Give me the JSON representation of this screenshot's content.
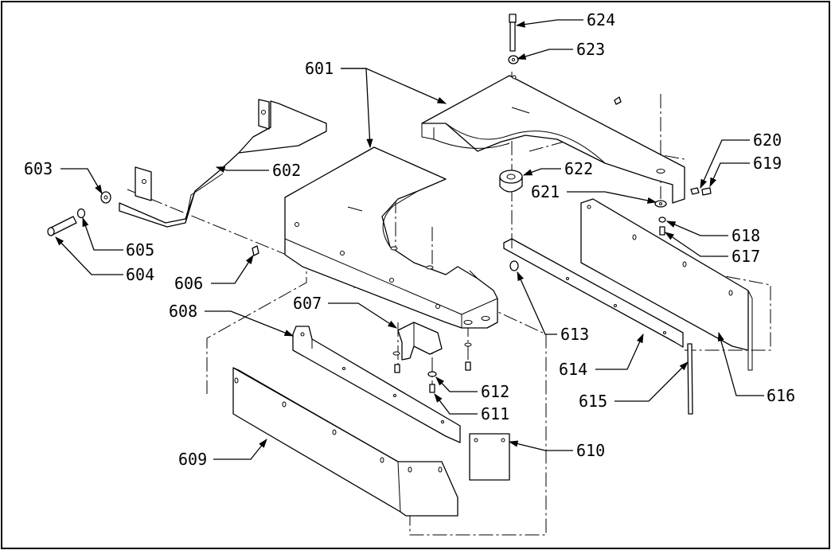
{
  "diagram": {
    "labels": [
      "601",
      "602",
      "603",
      "604",
      "605",
      "606",
      "607",
      "608",
      "609",
      "610",
      "611",
      "612",
      "613",
      "614",
      "615",
      "616",
      "617",
      "618",
      "619",
      "620",
      "621",
      "622",
      "623",
      "624"
    ]
  }
}
